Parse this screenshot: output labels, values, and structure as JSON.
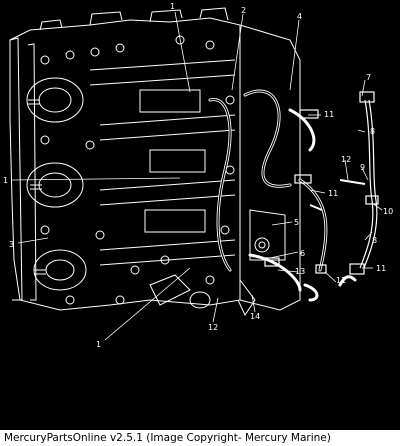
{
  "caption": "MercuryPartsOnline v2.5.1 (Image Copyright- Mercury Marine)",
  "colors": {
    "background": "#000000",
    "line": "#ffffff",
    "caption_bg": "#ffffff",
    "caption_text": "#000000"
  },
  "callouts": [
    {
      "id": "c1a",
      "label": "1"
    },
    {
      "id": "c2",
      "label": "2"
    },
    {
      "id": "c3",
      "label": "3"
    },
    {
      "id": "c4",
      "label": "4"
    },
    {
      "id": "c1b",
      "label": "1"
    },
    {
      "id": "c1c",
      "label": "1"
    },
    {
      "id": "c5",
      "label": "5"
    },
    {
      "id": "c6",
      "label": "6"
    },
    {
      "id": "c7",
      "label": "7"
    },
    {
      "id": "c8a",
      "label": "8"
    },
    {
      "id": "c8b",
      "label": "8"
    },
    {
      "id": "c9",
      "label": "9"
    },
    {
      "id": "c10",
      "label": "10"
    },
    {
      "id": "c11a",
      "label": "11"
    },
    {
      "id": "c11b",
      "label": "11"
    },
    {
      "id": "c11c",
      "label": "11"
    },
    {
      "id": "c11d",
      "label": "11"
    },
    {
      "id": "c12a",
      "label": "12"
    },
    {
      "id": "c12b",
      "label": "12"
    },
    {
      "id": "c13",
      "label": "13"
    },
    {
      "id": "c14",
      "label": "14"
    }
  ]
}
